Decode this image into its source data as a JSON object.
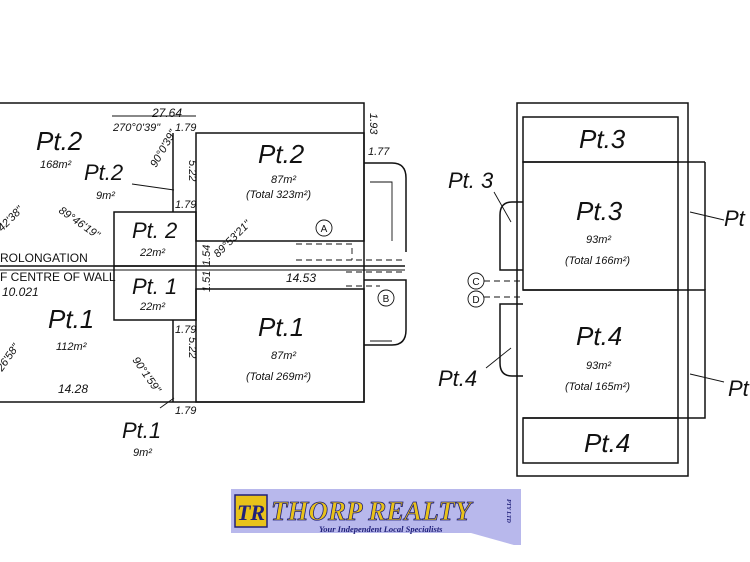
{
  "labels": {
    "pt2_outer": "Pt.2",
    "pt2_outer_area": "168m²",
    "pt2_small": "Pt.2",
    "pt2_small_area": "9m²",
    "pt2_main": "Pt.2",
    "pt2_main_area": "87m²",
    "pt2_main_total": "(Total 323m²)",
    "pt2_center": "Pt. 2",
    "pt2_center_area": "22m²",
    "pt1_center": "Pt. 1",
    "pt1_center_area": "22m²",
    "pt1_outer": "Pt.1",
    "pt1_outer_area": "112m²",
    "pt1_main": "Pt.1",
    "pt1_main_area": "87m²",
    "pt1_main_total": "(Total 269m²)",
    "pt1_small": "Pt.1",
    "pt1_small_area": "9m²",
    "pt3_top": "Pt.3",
    "pt3_main": "Pt.3",
    "pt3_main_area": "93m²",
    "pt3_main_total": "(Total 166m²)",
    "pt3_side": "Pt. 3",
    "pt4_main": "Pt.4",
    "pt4_main_area": "93m²",
    "pt4_main_total": "(Total 165m²)",
    "pt4_side": "Pt.4",
    "pt4_bottom": "Pt.4",
    "pt_right_top": "Pt",
    "pt_right_bottom": "Pt"
  },
  "dimensions": {
    "d_27_64": "27.64",
    "d_bearing_top": "270°0'39\"",
    "d_1_79_a": "1.79",
    "d_1_93": "1.93",
    "d_1_77": "1.77",
    "d_90_0_39": "90°0'39\"",
    "d_5_22_a": "5.22",
    "d_1_79_b": "1.79",
    "d_42_38": "42'38\"",
    "d_89_46_19": "89°46'19\"",
    "d_89_53_21": "89°53'21\"",
    "d_1_51": "1.51",
    "d_1_54": "1.54",
    "d_14_53": "14.53",
    "d_10_021": "10.021",
    "d_1_79_c": "1.79",
    "d_5_22_b": "5.22",
    "d_90_1_59": "90°1'59\"",
    "d_1_79_d": "1.79",
    "d_26_58": "26'58\"",
    "d_14_28": "14.28"
  },
  "notes": {
    "prolongation": "ROLONGATION",
    "centre_wall": "F CENTRE OF WALL"
  },
  "markers": {
    "a": "A",
    "b": "B",
    "c": "C",
    "d": "D"
  },
  "logo": {
    "name": "THORP REALTY",
    "badge": "PTY LTD",
    "tagline": "Your Independent Local Specialists",
    "monogram": "TR",
    "colors": {
      "bg": "#b8b8ec",
      "gold": "#e8c21a",
      "navy": "#20207a"
    }
  }
}
